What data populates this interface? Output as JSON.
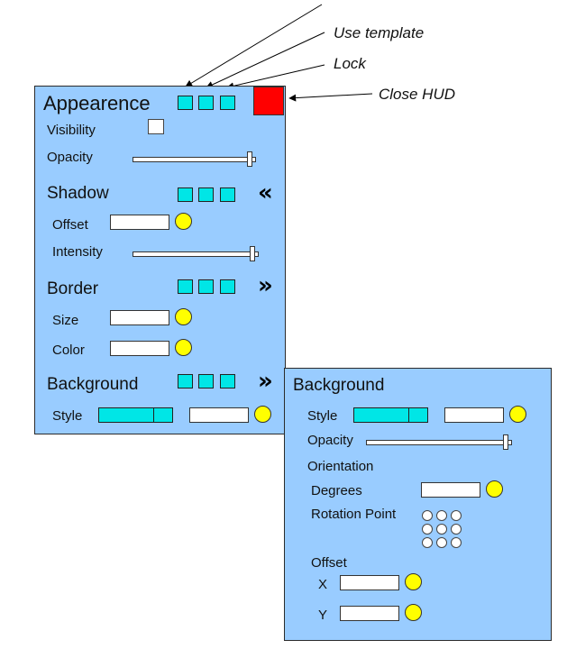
{
  "annotations": {
    "use_template": "Use template",
    "lock": "Lock",
    "close_hud": "Close HUD"
  },
  "main_panel": {
    "title": "Appearence",
    "visibility_label": "Visibility",
    "opacity_label": "Opacity",
    "shadow": {
      "title": "Shadow",
      "offset_label": "Offset",
      "intensity_label": "Intensity",
      "chevron": "«"
    },
    "border": {
      "title": "Border",
      "size_label": "Size",
      "color_label": "Color",
      "chevron": "»"
    },
    "background": {
      "title": "Background",
      "style_label": "Style",
      "chevron": "»"
    }
  },
  "background_panel": {
    "title": "Background",
    "style_label": "Style",
    "opacity_label": "Opacity",
    "orientation_label": "Orientation",
    "degrees_label": "Degrees",
    "rotation_point_label": "Rotation Point",
    "offset_label": "Offset",
    "x_label": "X",
    "y_label": "Y"
  },
  "colors": {
    "panel_bg": "#99ccff",
    "button_cyan": "#00e6e6",
    "close_red": "#ff0000",
    "color_dot": "#ffff00"
  }
}
